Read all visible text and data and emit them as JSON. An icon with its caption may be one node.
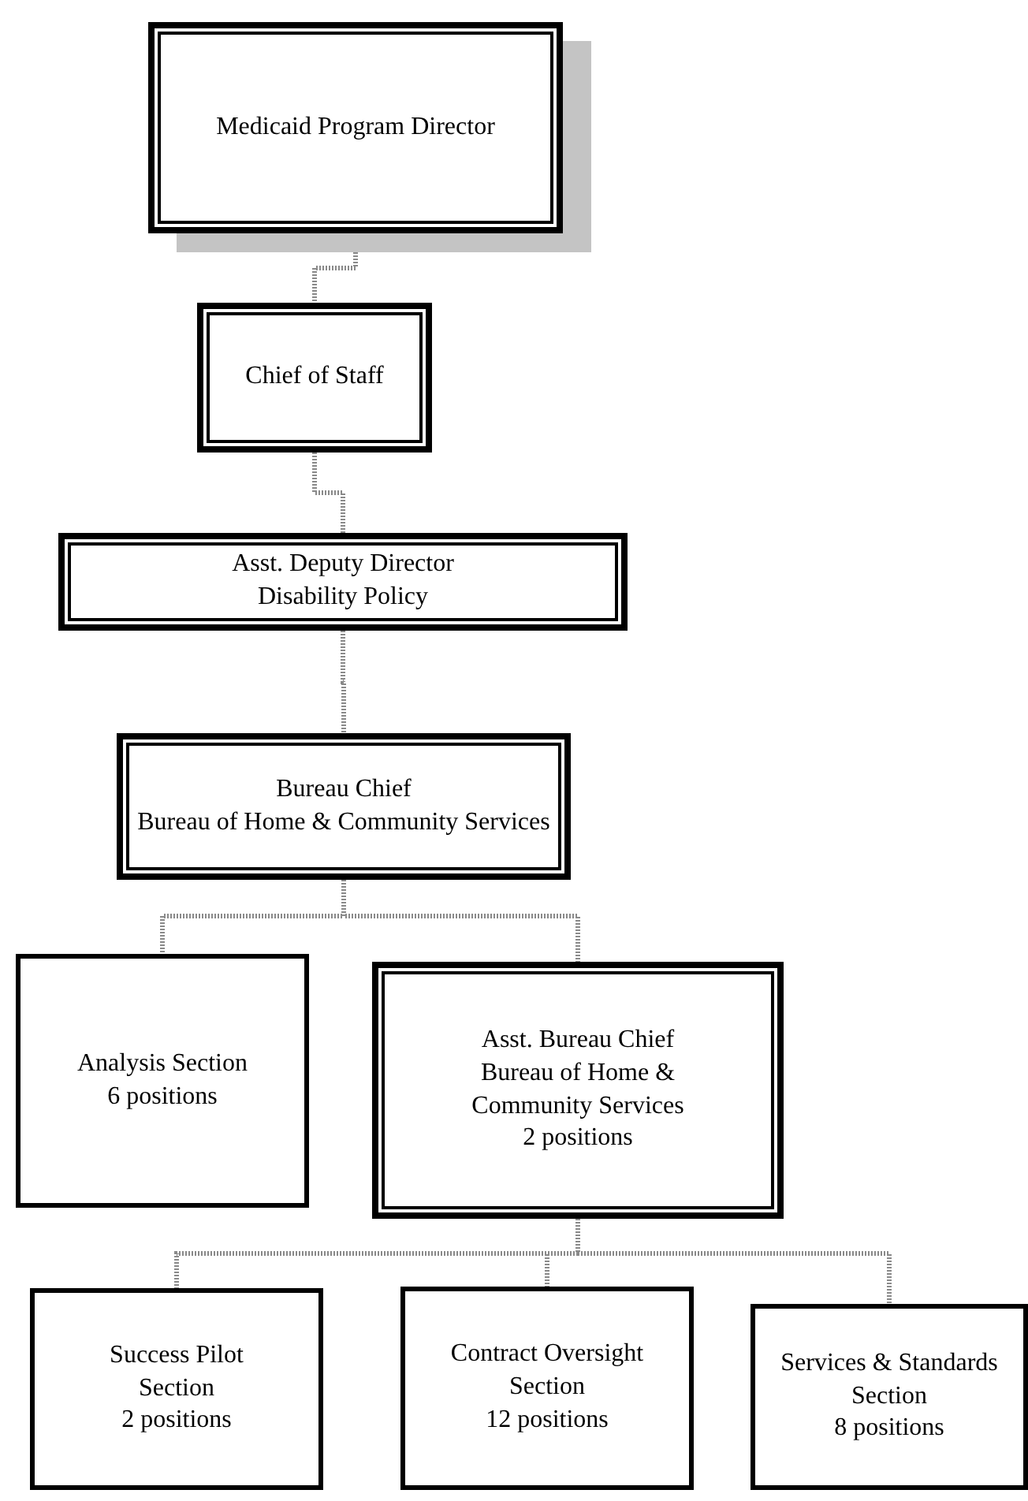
{
  "diagram": {
    "nodes": [
      {
        "text": [
          "Medicaid Program Director"
        ]
      },
      {
        "text": [
          "Chief of Staff"
        ]
      },
      {
        "text": [
          "Asst. Deputy Director",
          "Disability Policy"
        ]
      },
      {
        "text": [
          "Bureau Chief",
          "Bureau of Home & Community Services"
        ]
      },
      {
        "text": [
          "Analysis Section",
          "6 positions"
        ]
      },
      {
        "text": [
          "Asst. Bureau Chief",
          "Bureau of Home & Community Services",
          "2 positions"
        ]
      },
      {
        "text": [
          "Success Pilot Section",
          "2 positions"
        ]
      },
      {
        "text": [
          "Contract Oversight Section",
          "12 positions"
        ]
      },
      {
        "text": [
          "Services & Standards Section",
          "8 positions"
        ]
      }
    ],
    "edges": [
      {
        "from": 0,
        "to": 1,
        "arrow": "none"
      },
      {
        "from": 1,
        "to": 2,
        "arrow": "none"
      },
      {
        "from": 2,
        "to": 3,
        "arrow": "none"
      },
      {
        "from": 3,
        "to": 4,
        "arrow": "none"
      },
      {
        "from": 3,
        "to": 5,
        "arrow": "none"
      },
      {
        "from": 5,
        "to": 6,
        "arrow": "none"
      },
      {
        "from": 5,
        "to": 7,
        "arrow": "none"
      },
      {
        "from": 5,
        "to": 8,
        "arrow": "none"
      }
    ]
  }
}
